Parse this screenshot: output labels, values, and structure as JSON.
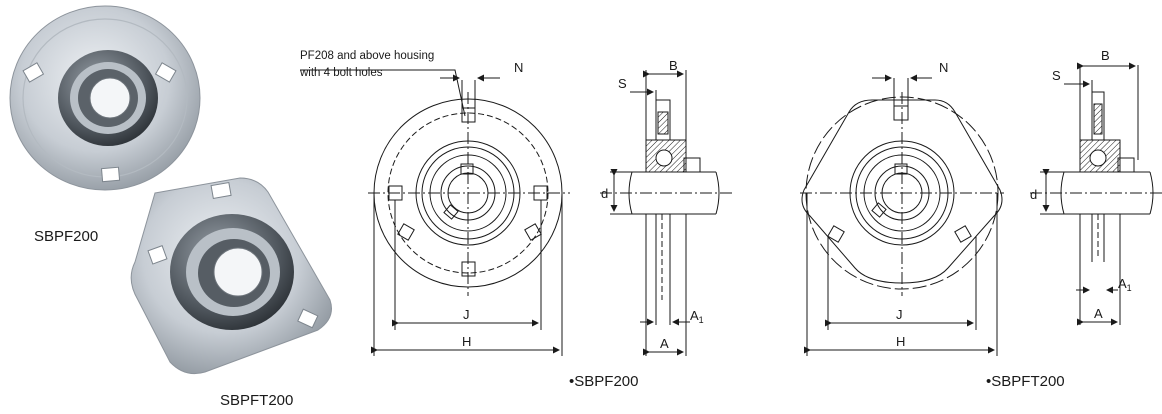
{
  "photos": {
    "top_label": "SBPF200",
    "bottom_label": "SBPFT200"
  },
  "drawings": {
    "left_caption": "SBPF200",
    "right_caption": "SBPFT200",
    "note_line1": "PF208 and above housing",
    "note_line2": "with 4 bolt holes"
  },
  "dimensions": {
    "N": "N",
    "S": "S",
    "B": "B",
    "d": "d",
    "J": "J",
    "H": "H",
    "A": "A",
    "A1": "A",
    "A1_sub": "1"
  },
  "colors": {
    "steel_light": "#d8dde3",
    "steel_mid": "#a9b1ba",
    "steel_dark": "#4a5058",
    "line": "#1a1a1a"
  }
}
